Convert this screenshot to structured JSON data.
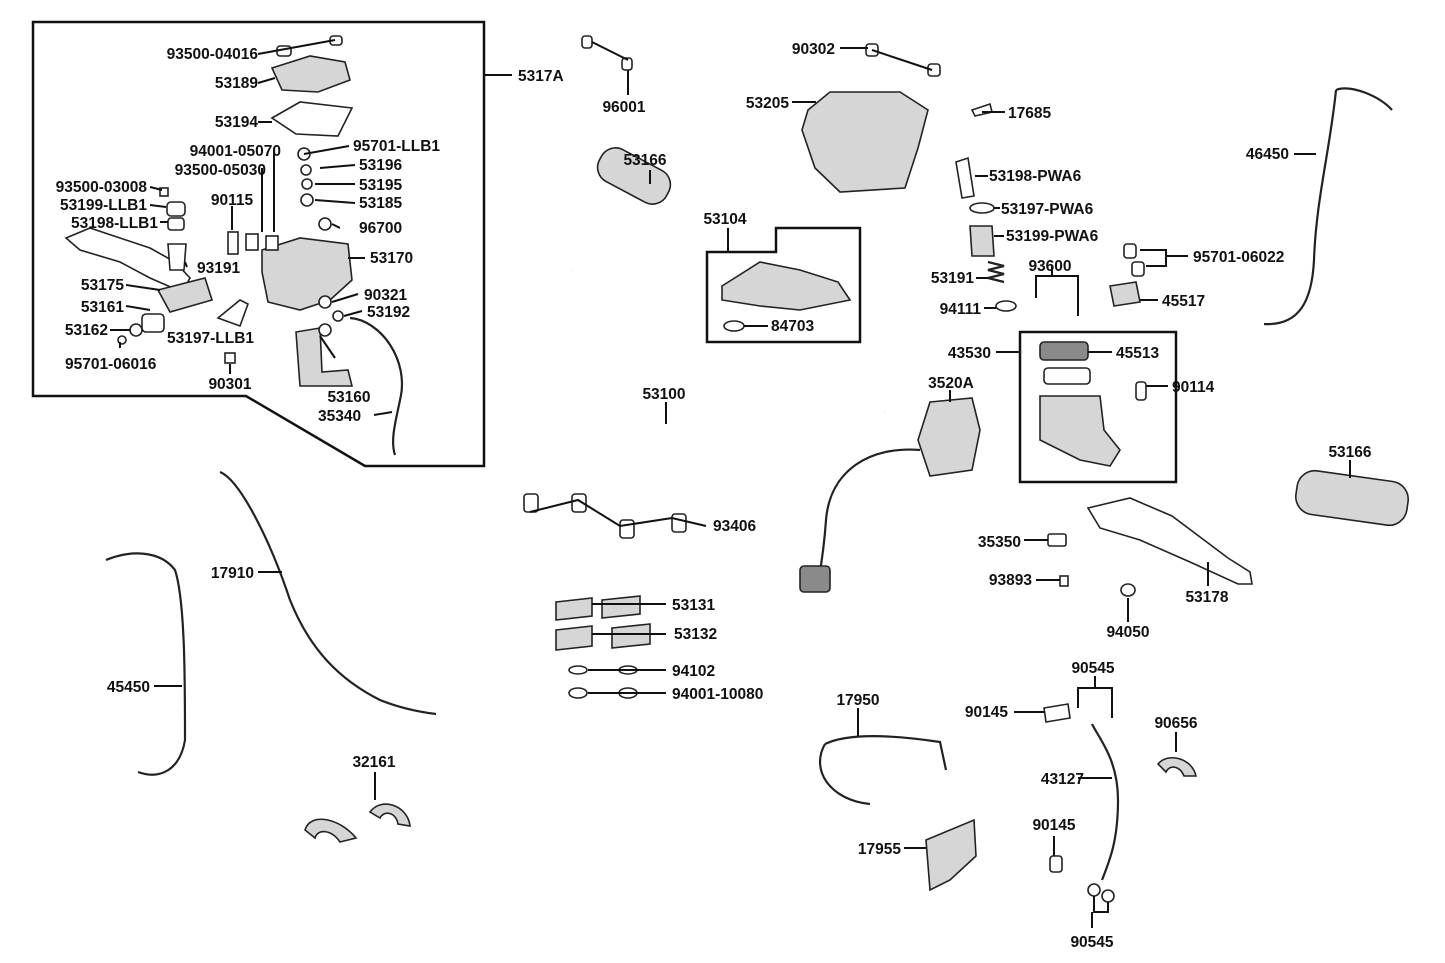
{
  "labels": {
    "l_93500_04016": "93500-04016",
    "l_53189": "53189",
    "l_53194": "53194",
    "l_94001_05070": "94001-05070",
    "l_95701_LLB1": "95701-LLB1",
    "l_93500_05030": "93500-05030",
    "l_53196": "53196",
    "l_93500_03008": "93500-03008",
    "l_53195": "53195",
    "l_90115": "90115",
    "l_53185": "53185",
    "l_53199_LLB1": "53199-LLB1",
    "l_53198_LLB1": "53198-LLB1",
    "l_96700": "96700",
    "l_53170": "53170",
    "l_93191": "93191",
    "l_53175": "53175",
    "l_90321": "90321",
    "l_53161": "53161",
    "l_53192": "53192",
    "l_53162": "53162",
    "l_53197_LLB1": "53197-LLB1",
    "l_95701_06016": "95701-06016",
    "l_90301": "90301",
    "l_53160": "53160",
    "l_35340": "35340",
    "l_5317A": "5317A",
    "l_96001": "96001",
    "l_90302": "90302",
    "l_53205": "53205",
    "l_17685": "17685",
    "l_53166_a": "53166",
    "l_53104": "53104",
    "l_84703": "84703",
    "l_53100": "53100",
    "l_93406": "93406",
    "l_53131": "53131",
    "l_53132": "53132",
    "l_94102": "94102",
    "l_94001_10080": "94001-10080",
    "l_17910": "17910",
    "l_45450": "45450",
    "l_32161": "32161",
    "l_53198_PWA6": "53198-PWA6",
    "l_53197_PWA6": "53197-PWA6",
    "l_53199_PWA6": "53199-PWA6",
    "l_53191": "53191",
    "l_93600": "93600",
    "l_94111": "94111",
    "l_43530": "43530",
    "l_45513": "45513",
    "l_3520A": "3520A",
    "l_90114": "90114",
    "l_95701_06022": "95701-06022",
    "l_45517": "45517",
    "l_46450": "46450",
    "l_53166_b": "53166",
    "l_35350": "35350",
    "l_93893": "93893",
    "l_94050": "94050",
    "l_53178": "53178",
    "l_90545_top": "90545",
    "l_90145_a": "90145",
    "l_90656": "90656",
    "l_17950": "17950",
    "l_43127": "43127",
    "l_90145_b": "90145",
    "l_17955": "17955",
    "l_90545_bottom": "90545"
  }
}
